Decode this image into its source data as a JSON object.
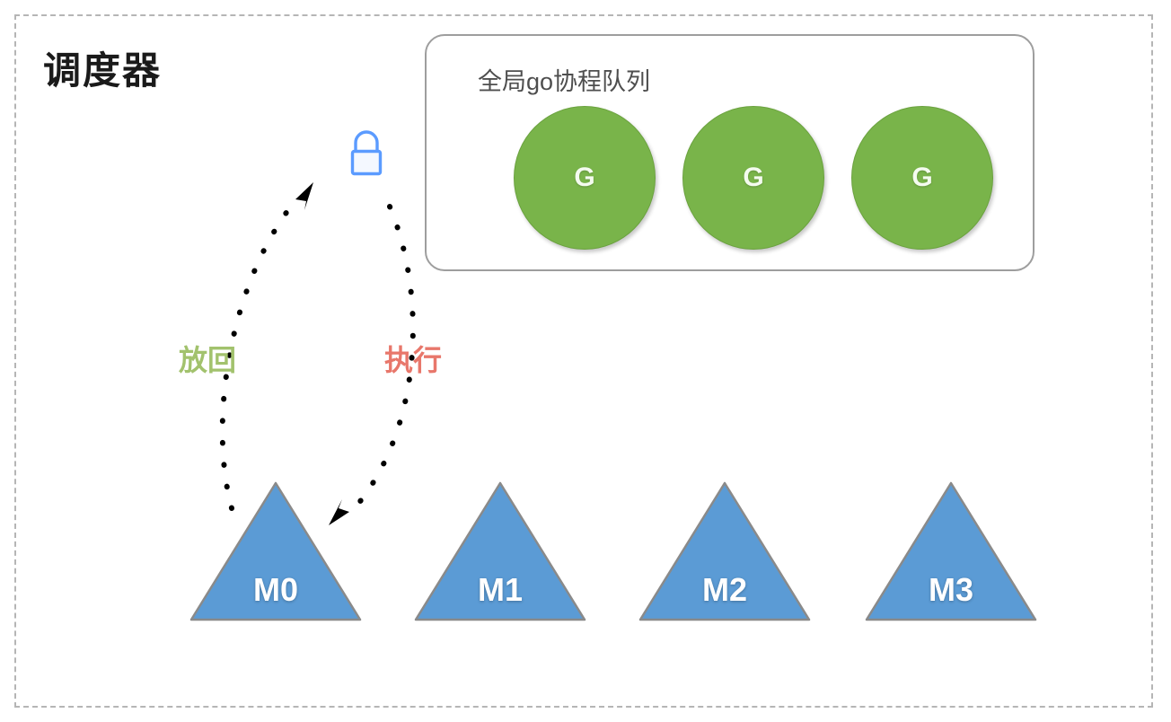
{
  "diagram": {
    "title": "调度器",
    "boundary_style": "dashed",
    "colors": {
      "goroutine_green": "#79b44a",
      "machine_blue": "#5b9bd5",
      "lock_blue": "#5b9bff",
      "return_label_green": "#a2c26d",
      "execute_label_red": "#e8776b",
      "boundary_gray": "#b5b5b5",
      "panel_gray": "#9e9e9e",
      "panel_label_gray": "#4e4e4e"
    }
  },
  "global_queue": {
    "label": "全局go协程队列",
    "goroutines": [
      {
        "label": "G"
      },
      {
        "label": "G"
      },
      {
        "label": "G"
      }
    ]
  },
  "lock": {
    "icon": "lock-icon"
  },
  "arrows": [
    {
      "name": "return-arrow",
      "label": "放回",
      "direction": "up",
      "from": "M0",
      "to": "global-queue-lock"
    },
    {
      "name": "execute-arrow",
      "label": "执行",
      "direction": "down",
      "from": "global-queue-lock",
      "to": "M0"
    }
  ],
  "machines": [
    {
      "label": "M0"
    },
    {
      "label": "M1"
    },
    {
      "label": "M2"
    },
    {
      "label": "M3"
    }
  ]
}
